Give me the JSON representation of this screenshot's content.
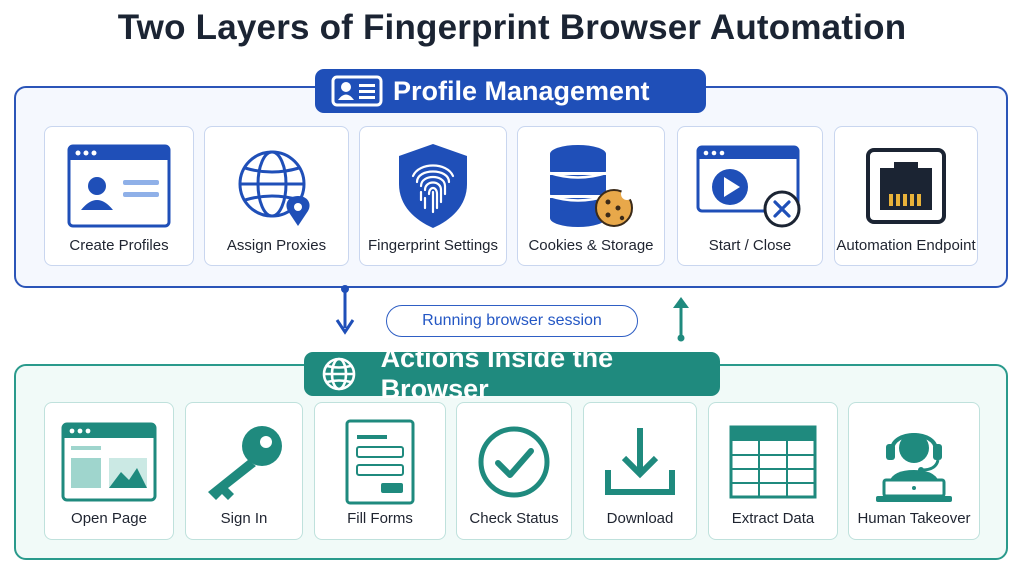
{
  "title": "Two Layers of Fingerprint Browser Automation",
  "colors": {
    "blue": "#1f4fb8",
    "teal": "#1f8a7e",
    "title": "#1b2433"
  },
  "top_section": {
    "heading": "Profile Management",
    "icon": "profile-card-icon",
    "cards": [
      {
        "label": "Create Profiles",
        "icon": "browser-profile-icon"
      },
      {
        "label": "Assign Proxies",
        "icon": "globe-pin-icon"
      },
      {
        "label": "Fingerprint Settings",
        "icon": "fingerprint-shield-icon"
      },
      {
        "label": "Cookies & Storage",
        "icon": "database-cookie-icon"
      },
      {
        "label": "Start / Close",
        "icon": "play-close-icon"
      },
      {
        "label": "Automation Endpoint",
        "icon": "ethernet-port-icon"
      }
    ]
  },
  "connector": {
    "label": "Running browser session"
  },
  "bottom_section": {
    "heading": "Actions Inside the Browser",
    "icon": "globe-icon",
    "cards": [
      {
        "label": "Open Page",
        "icon": "web-page-icon"
      },
      {
        "label": "Sign In",
        "icon": "key-icon"
      },
      {
        "label": "Fill Forms",
        "icon": "form-icon"
      },
      {
        "label": "Check Status",
        "icon": "check-circle-icon"
      },
      {
        "label": "Download",
        "icon": "download-icon"
      },
      {
        "label": "Extract Data",
        "icon": "table-icon"
      },
      {
        "label": "Human Takeover",
        "icon": "headset-operator-icon"
      }
    ]
  }
}
